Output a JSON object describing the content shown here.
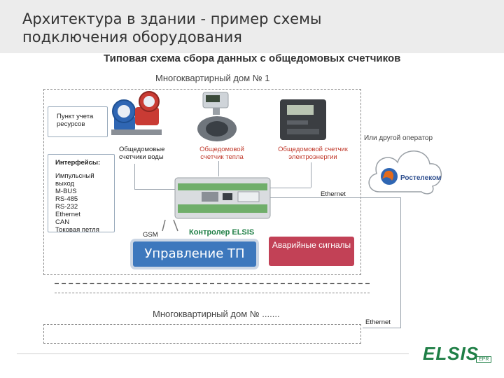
{
  "slide": {
    "title": "Архитектура в здании - пример схемы подключения оборудования"
  },
  "diagram": {
    "title": "Типовая схема сбора данных с общедомовых счетчиков",
    "house1": "Многоквартирный дом № 1",
    "houseN": "Многоквартирный дом № .......",
    "resource_point": "Пункт учета ресурсов",
    "interfaces_title": "Интерфейсы:",
    "interfaces": [
      "Импульсный выход",
      "M-BUS",
      "RS-485",
      "RS-232",
      "Ethernet",
      "CAN",
      "Токовая петля"
    ],
    "water_meters": "Общедомовые счетчики воды",
    "heat_meter": "Общедомовой счетчик тепла",
    "power_meter": "Общедомовой счетчик электроэнергии",
    "operator": "Или другой оператор",
    "rostelecom": "Ростелеком",
    "ethernet1": "Ethernet",
    "ethernet2": "Ethernet",
    "gsm": "GSM",
    "controller": "Контролер ELSIS",
    "control_button": "Управление ТП",
    "alarm_button": "Аварийные сигналы",
    "logo": "ELSIS",
    "logo_sub": "EPR"
  },
  "colors": {
    "accent_blue": "#3d78bd",
    "alarm_red": "#c24156",
    "logo_green": "#1f7f46",
    "label_red": "#c0392b"
  }
}
